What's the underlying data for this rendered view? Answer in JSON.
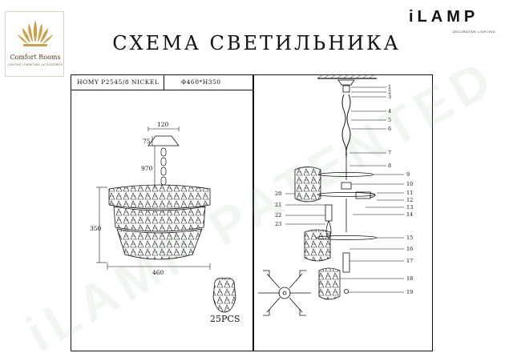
{
  "header": {
    "title": "СХЕМА СВЕТИЛЬНИКА",
    "left_brand": {
      "name": "Comfort Rooms",
      "tagline": "LIGHTING | FURNITURE | ACCESSORIES"
    },
    "right_brand": {
      "name": "iLAMP",
      "tagline": "DECORATIVE LIGHTING"
    }
  },
  "spec": {
    "model": "HOMY P2545/8 NICKEL",
    "dimensions": "Φ460*H350"
  },
  "watermark": "iLAMP PATENTED",
  "dimension_labels": {
    "canopy_width": "120",
    "canopy_height": "75",
    "chain_length": "970",
    "body_height": "350",
    "diameter": "460"
  },
  "crystal_count": "25PCS",
  "part_numbers": [
    "1",
    "2",
    "3",
    "4",
    "5",
    "6",
    "7",
    "8",
    "9",
    "10",
    "11",
    "12",
    "13",
    "14",
    "15",
    "16",
    "17",
    "18",
    "19",
    "20",
    "21",
    "22",
    "23"
  ]
}
